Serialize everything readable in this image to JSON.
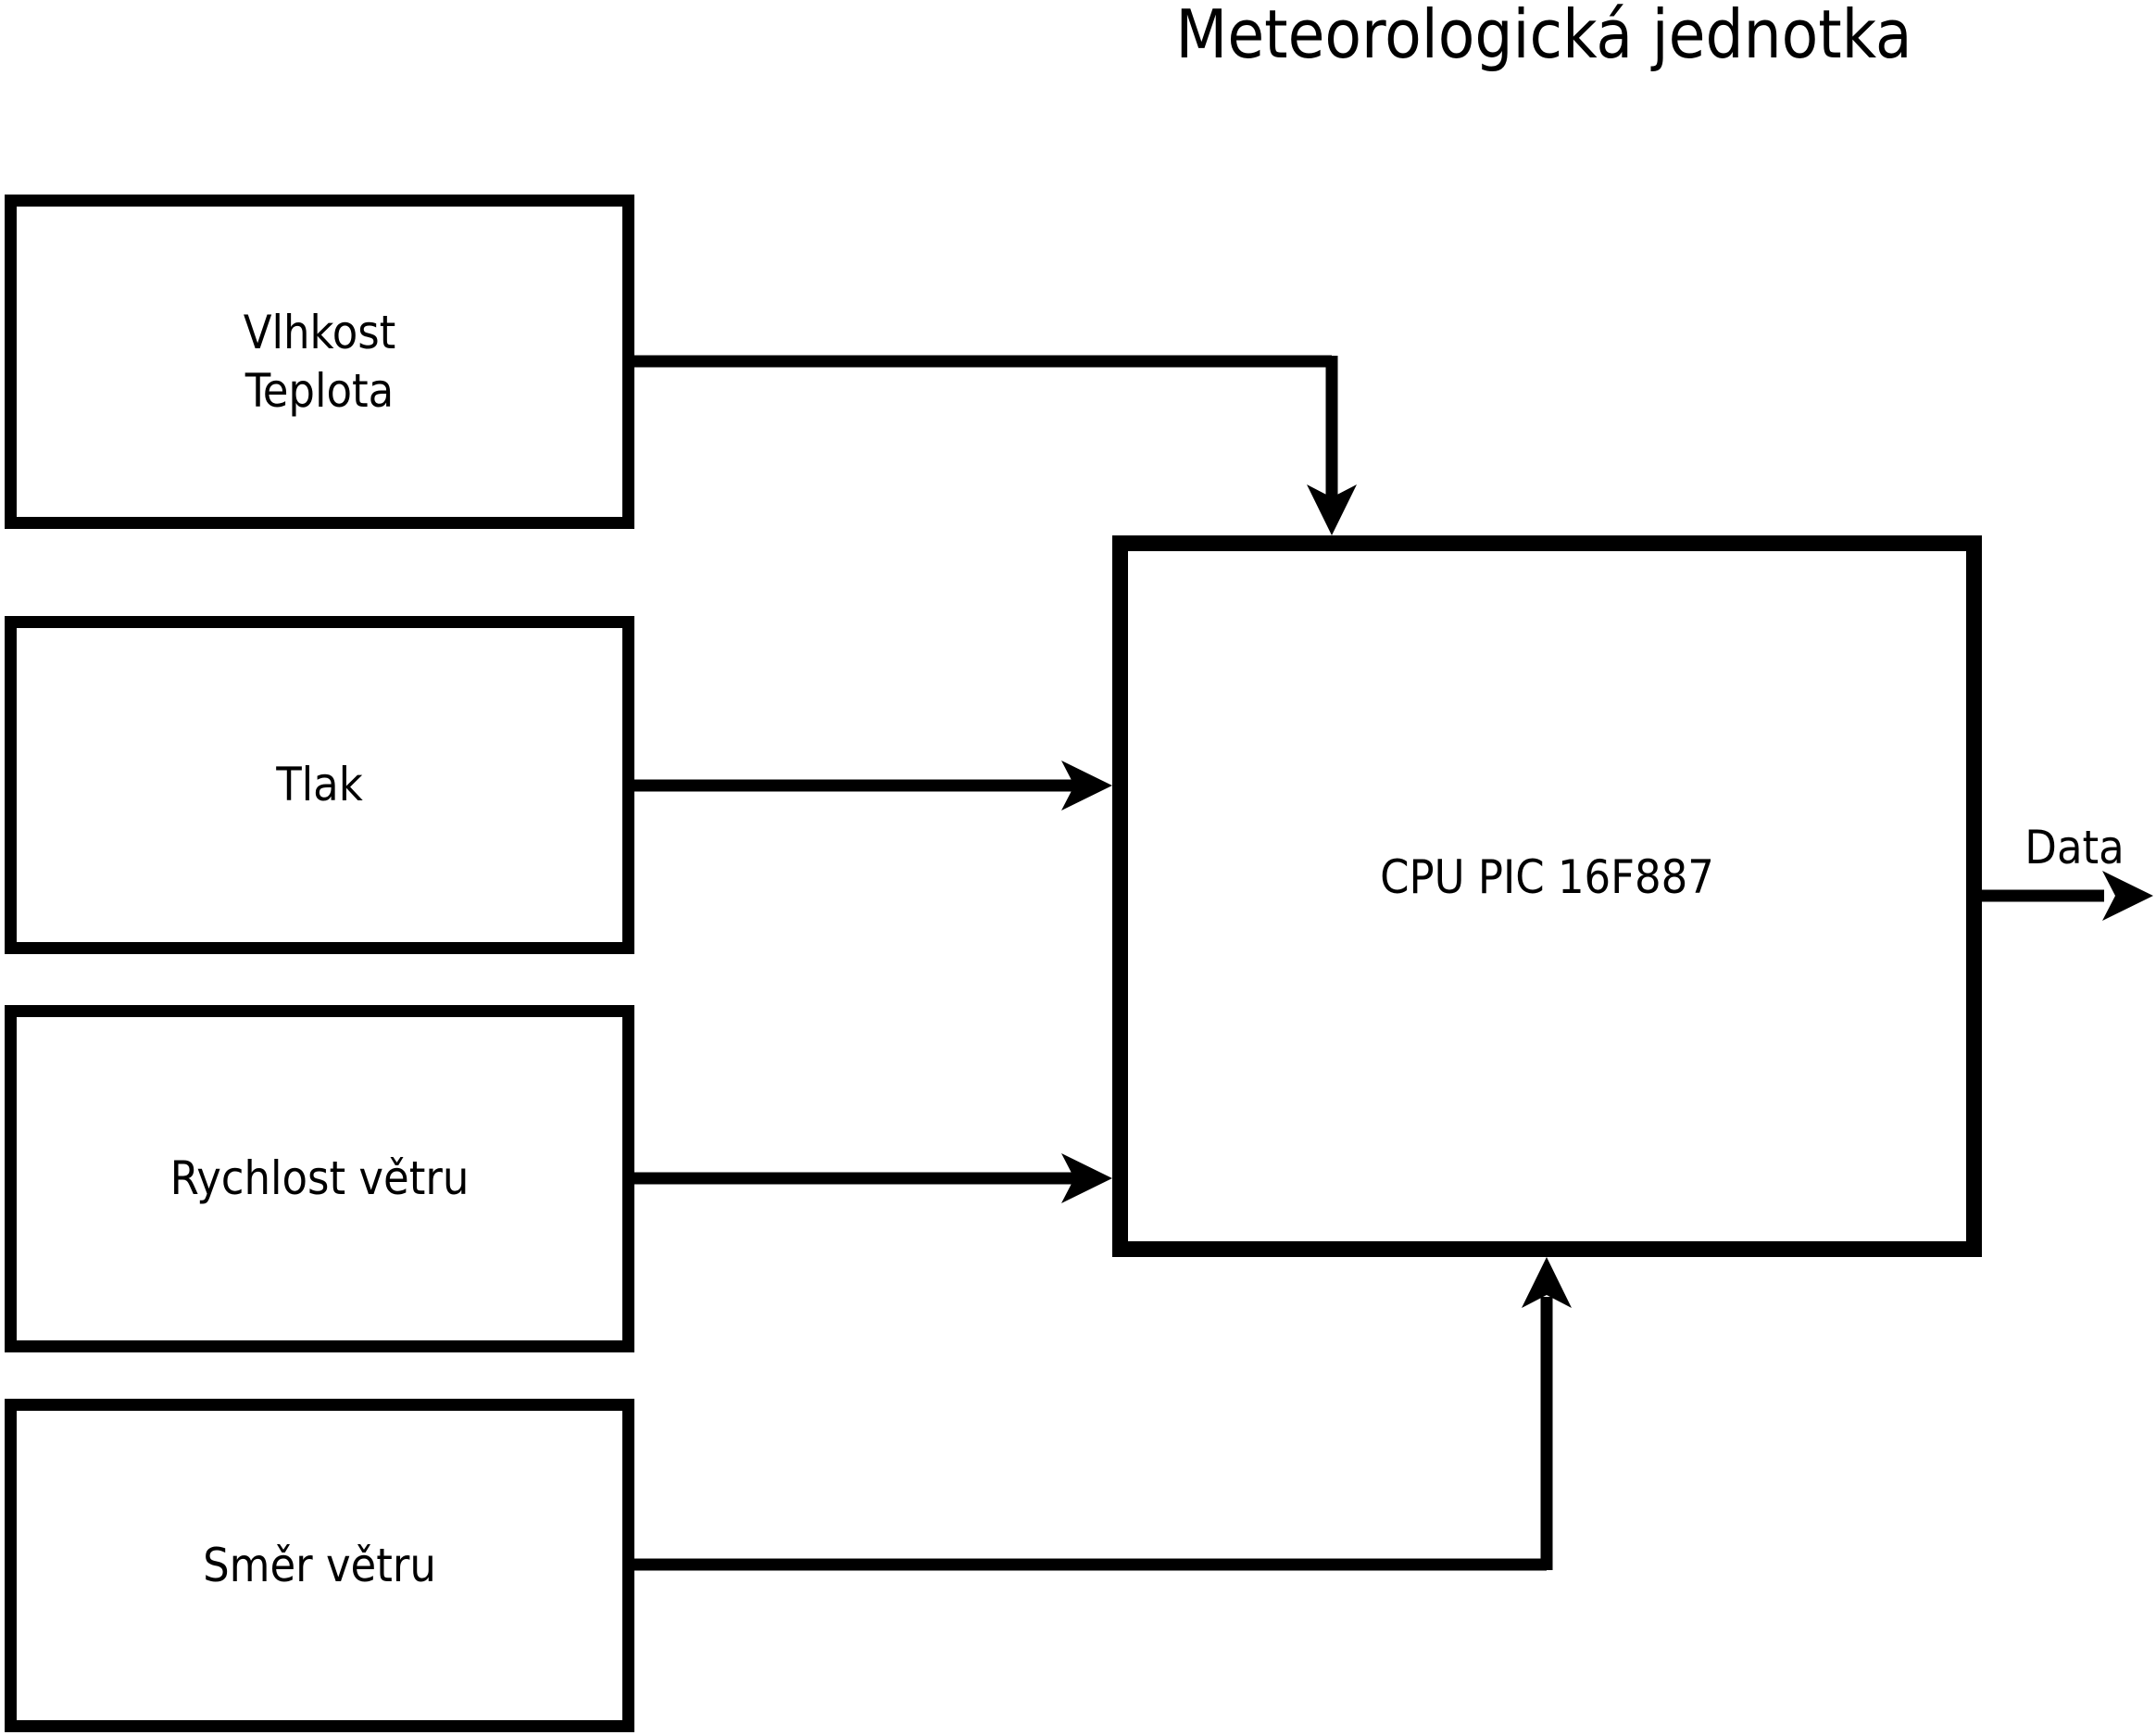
{
  "title": "Meteorologická jednotka",
  "nodes": {
    "humidity_temperature": {
      "lines": [
        "Vlhkost",
        "Teplota"
      ]
    },
    "pressure": {
      "label": "Tlak"
    },
    "wind_speed": {
      "label": "Rychlost větru"
    },
    "wind_direction": {
      "label": "Směr větru"
    },
    "cpu": {
      "label": "CPU PIC 16F887"
    }
  },
  "output_label": "Data",
  "edges": [
    {
      "from": "humidity_temperature",
      "to": "cpu",
      "arrow_into": "cpu-top-edge"
    },
    {
      "from": "pressure",
      "to": "cpu",
      "arrow_into": "cpu-left-edge"
    },
    {
      "from": "wind_speed",
      "to": "cpu",
      "arrow_into": "cpu-left-edge"
    },
    {
      "from": "wind_direction",
      "to": "cpu",
      "arrow_into": "cpu-bottom-edge"
    },
    {
      "from": "cpu",
      "to": "data_output",
      "arrow_into": "right-edge-of-image"
    }
  ],
  "colors": {
    "foreground": "#000000",
    "background": "#ffffff",
    "box_fill": "#ffffff"
  }
}
